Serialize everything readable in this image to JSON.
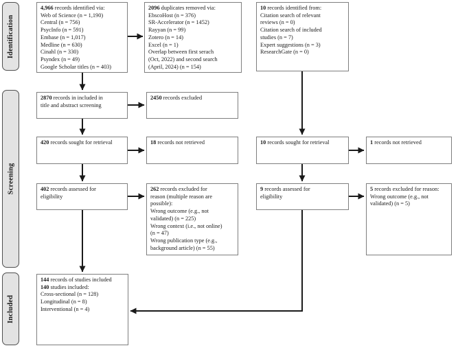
{
  "palette": {
    "box_border": "#7e7e7e",
    "box_fill": "#ffffff",
    "stage_fill": "#e3e3e3",
    "stage_border": "#4f4f4f",
    "arrow": "#1a1a1a",
    "text": "#1a1a1a",
    "bg": "#ffffff"
  },
  "stages": [
    {
      "label": "Identification"
    },
    {
      "label": "Screening"
    },
    {
      "label": "Included"
    }
  ],
  "boxes": {
    "records_identified": {
      "lines": [
        [
          "4,966",
          " records identified via:"
        ],
        [
          "",
          "Web of Science (n = 1,190)"
        ],
        [
          "",
          "Central (n = 756)"
        ],
        [
          "",
          "PsycInfo (n = 591)"
        ],
        [
          "",
          "Embase (n = 1,017)"
        ],
        [
          "",
          "Medline (n = 630)"
        ],
        [
          "",
          "Cinahl (n = 330)"
        ],
        [
          "",
          "Psyndex (n = 49)"
        ],
        [
          "",
          "Google Scholar titles (n = 403)"
        ]
      ]
    },
    "duplicates_removed": {
      "lines": [
        [
          "2096",
          " duplicates removed via:"
        ],
        [
          "",
          "EbscoHost (n = 376)"
        ],
        [
          "",
          "SR-Accelerator (n = 1452)"
        ],
        [
          "",
          "Rayyan (n = 99)"
        ],
        [
          "",
          "Zotero (n = 14)"
        ],
        [
          "",
          "Excel (n = 1)"
        ],
        [
          "",
          "Overlap between first serach"
        ],
        [
          "",
          "(Oct, 2022) and second search"
        ],
        [
          "",
          "(April, 2024) (n = 154)"
        ]
      ]
    },
    "records_other_sources": {
      "lines": [
        [
          "10",
          " records identified from:"
        ],
        [
          "",
          "Citation search of relevant"
        ],
        [
          "",
          "reviews (n = 0)"
        ],
        [
          "",
          "Citation search of included"
        ],
        [
          "",
          "studies (n = 7)"
        ],
        [
          "",
          "Expert suggestions (n = 3)"
        ],
        [
          "",
          "ResearchGate (n = 0)"
        ]
      ]
    },
    "title_abstract_screening": {
      "lines": [
        [
          "2870",
          " records in included in"
        ],
        [
          "",
          "title and abstract screening"
        ]
      ]
    },
    "records_excluded": {
      "lines": [
        [
          "2450",
          " records excluded"
        ]
      ]
    },
    "records_sought": {
      "lines": [
        [
          "420",
          " records sought for retrieval"
        ]
      ]
    },
    "records_not_retrieved": {
      "lines": [
        [
          "18",
          " records not retrieved"
        ]
      ]
    },
    "records_sought_other": {
      "lines": [
        [
          "10",
          " records sought for retrieval"
        ]
      ]
    },
    "records_not_retrieved_other": {
      "lines": [
        [
          "1",
          " records not retrieved"
        ]
      ]
    },
    "assessed_eligibility": {
      "lines": [
        [
          "402",
          " records assessed for"
        ],
        [
          "",
          "eligibility"
        ]
      ]
    },
    "excluded_reasons": {
      "lines": [
        [
          "262",
          " records excluded for"
        ],
        [
          "",
          "reason (multiple reason are"
        ],
        [
          "",
          "possible):"
        ],
        [
          "",
          "Wrong outcome (e.g., not"
        ],
        [
          "",
          "validated) (n = 225)"
        ],
        [
          "",
          "Wrong context (i.e., not online)"
        ],
        [
          "",
          "(n = 47)"
        ],
        [
          "",
          "Wrong publication type (e.g.,"
        ],
        [
          "",
          "background article) (n = 55)"
        ]
      ]
    },
    "assessed_eligibility_other": {
      "lines": [
        [
          "9",
          " records assessed for"
        ],
        [
          "",
          "eligibility"
        ]
      ]
    },
    "excluded_reasons_other": {
      "lines": [
        [
          "5",
          " records excluded for reason:"
        ],
        [
          "",
          "Wrong outcome (e.g., not"
        ],
        [
          "",
          "validated) (n = 5)"
        ]
      ]
    },
    "studies_included": {
      "lines": [
        [
          "144",
          " records of studies included"
        ],
        [
          "140",
          " studies included:"
        ],
        [
          "",
          "Cross-sectional (n = 128)"
        ],
        [
          "",
          "Longitudinal (n = 8)"
        ],
        [
          "",
          "Interventional (n = 4)"
        ]
      ]
    }
  }
}
